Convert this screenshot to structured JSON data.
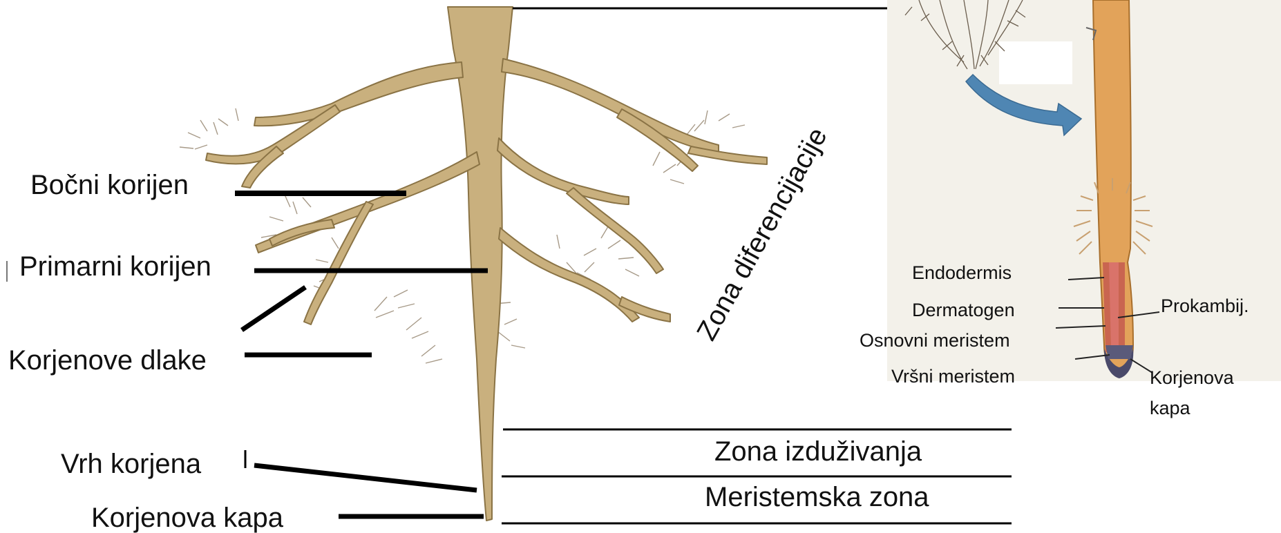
{
  "left_labels": {
    "lateral_root": "Bočni korijen",
    "primary_root": "Primarni korijen",
    "root_hairs": "Korjenove dlake",
    "root_tip": "Vrh korjena",
    "root_cap": "Korjenova kapa"
  },
  "zones": {
    "differentiation": "Zona diferencijacije",
    "elongation": "Zona izduživanja",
    "meristem": "Meristemska zona"
  },
  "detail_labels": {
    "endodermis": "Endodermis",
    "dermatogen": "Dermatogen",
    "ground_meristem": "Osnovni meristem",
    "apical_meristem": "Vršni meristem",
    "procambium": "Prokambij.",
    "cap_line1": "Korjenova",
    "cap_line2": "kapa"
  },
  "colors": {
    "root": "#c9b07e",
    "root_outline": "#8a7345",
    "detail_root": "#e2a35a",
    "arrow": "#4f86b3",
    "cap": "#4a4a6a",
    "procambium": "#c0504d"
  }
}
